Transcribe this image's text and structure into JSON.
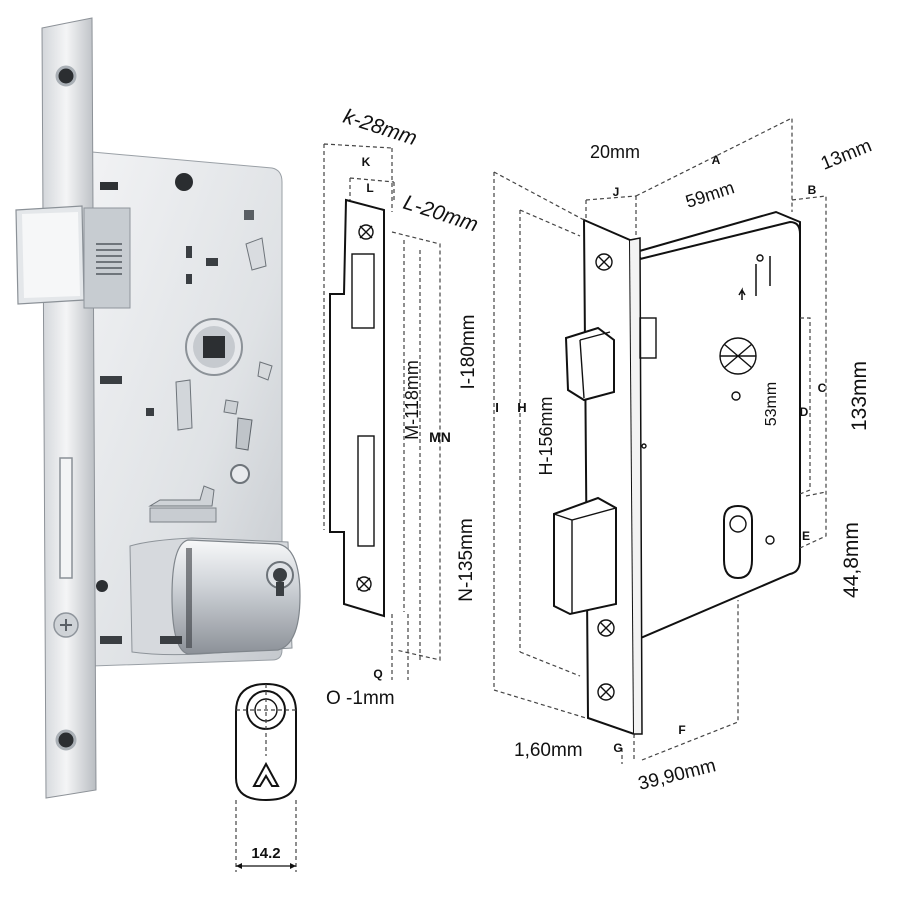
{
  "labels": {
    "k": "K",
    "l": "L",
    "k_dim": "k-28mm",
    "l_dim": "L-20mm",
    "m_dim": "M-118mm",
    "mn": "MN",
    "i_dim": "I-180mm",
    "n_dim": "N-135mm",
    "q": "Q",
    "o_dim": "O -1mm",
    "i": "I",
    "h": "H",
    "h_dim": "H-156mm",
    "j": "J",
    "w20": "20mm",
    "a": "A",
    "w59": "59mm",
    "b": "B",
    "w13": "13mm",
    "h53": "53mm",
    "c": "C",
    "h133": "133mm",
    "d": "D",
    "e": "E",
    "h448": "44,8mm",
    "g": "G",
    "t160": "1,60mm",
    "f": "F",
    "w3990": "39,90mm",
    "w142": "14.2"
  },
  "colors": {
    "metal_light": "#e9ebee",
    "metal_mid": "#c9cdd2",
    "metal_dark": "#8f959c",
    "ink": "#111111",
    "dim_line": "#444444"
  }
}
